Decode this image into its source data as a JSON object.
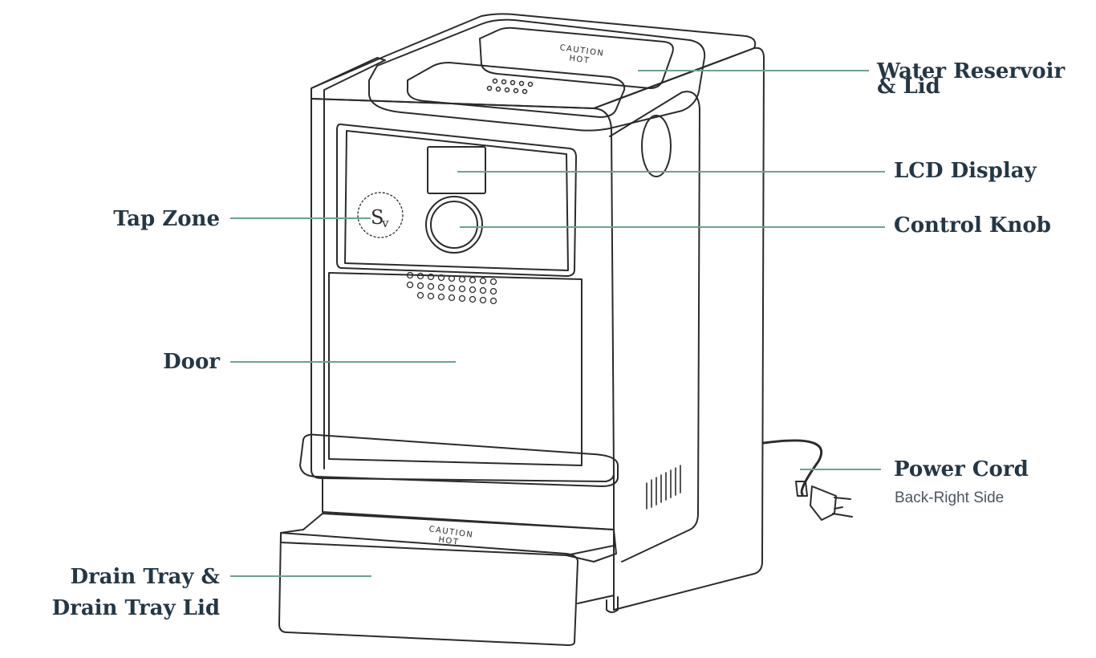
{
  "colors": {
    "label_text": "#233746",
    "leader_line": "#6aa38f",
    "device_outline": "#2b2b2b",
    "subtext": "#4a5560"
  },
  "device": {
    "reservoir_lid_caution_line1": "CAUTION",
    "reservoir_lid_caution_line2": "HOT",
    "drain_tray_caution_line1": "CAUTION",
    "drain_tray_caution_line2": "HOT",
    "tap_zone_logo": "S",
    "tap_zone_logo_tail": "v"
  },
  "callouts": {
    "water_reservoir": {
      "line1": "Water Reservoir",
      "line2": "& Lid"
    },
    "lcd_display": {
      "line1": "LCD Display"
    },
    "control_knob": {
      "line1": "Control Knob"
    },
    "tap_zone": {
      "line1": "Tap Zone"
    },
    "door": {
      "line1": "Door"
    },
    "power_cord": {
      "line1": "Power Cord",
      "sub": "Back-Right Side"
    },
    "drain_tray": {
      "line1": "Drain Tray &",
      "line2": "Drain Tray Lid"
    }
  }
}
